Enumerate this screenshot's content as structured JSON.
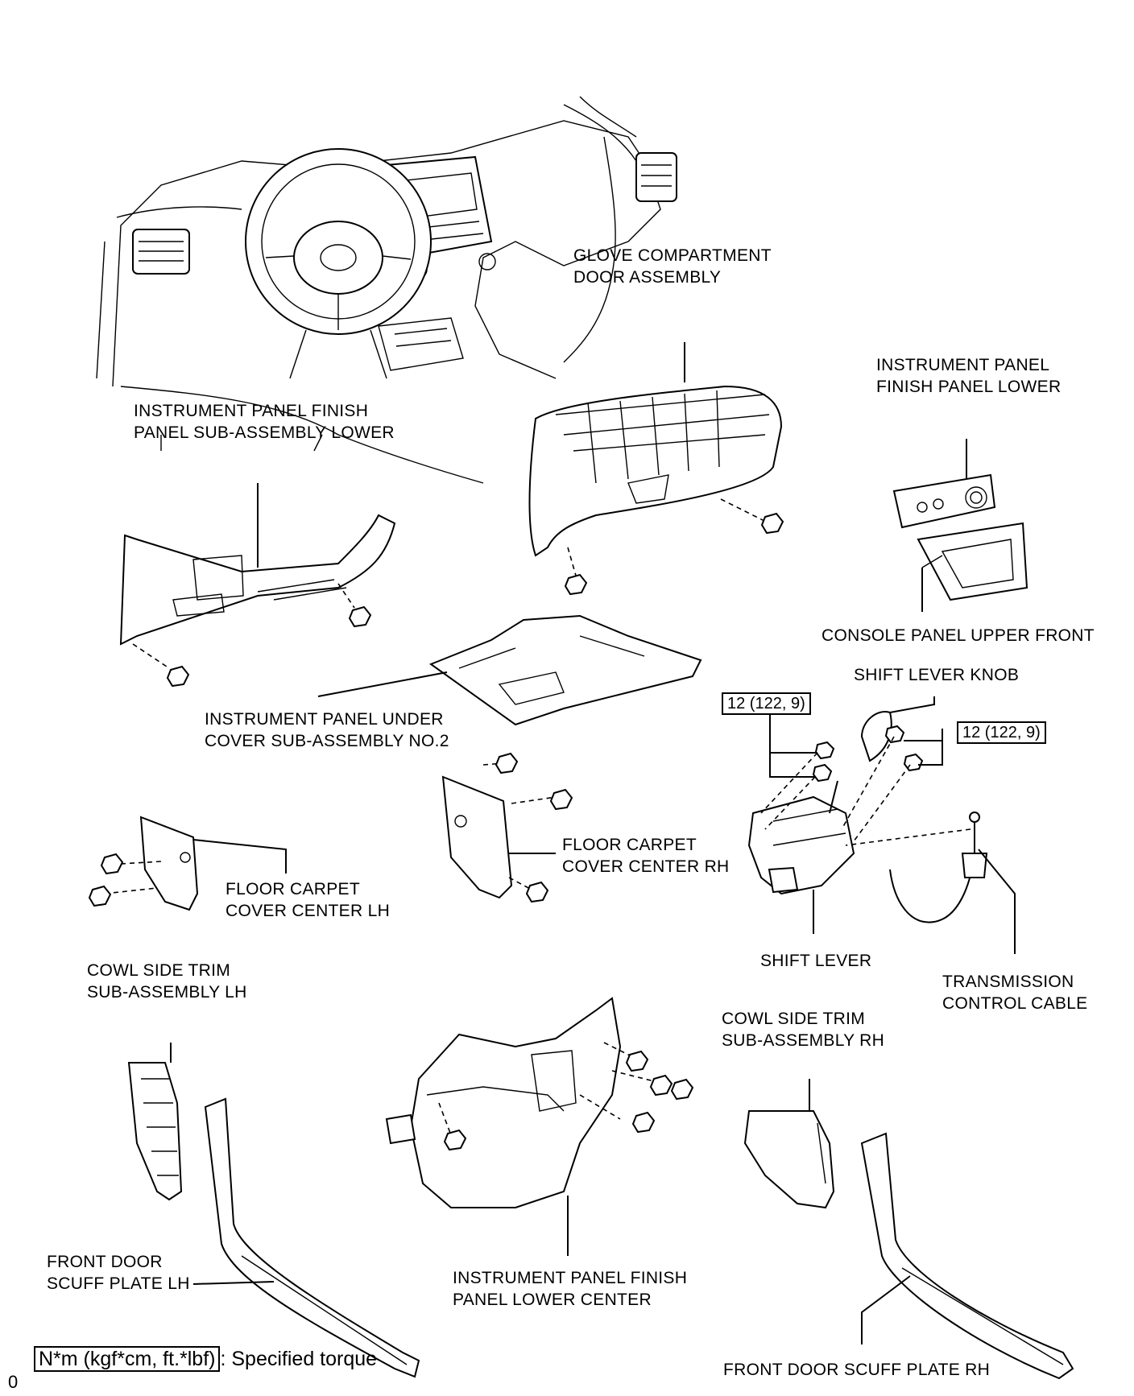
{
  "labels": {
    "glove_compartment": [
      "GLOVE COMPARTMENT",
      "DOOR ASSEMBLY"
    ],
    "ip_finish_panel_lower": [
      "INSTRUMENT PANEL",
      "FINISH PANEL LOWER"
    ],
    "ip_finish_panel_sub_lower": [
      "INSTRUMENT PANEL FINISH",
      "PANEL SUB-ASSEMBLY LOWER"
    ],
    "console_panel_upper_front": [
      "CONSOLE PANEL UPPER FRONT"
    ],
    "shift_lever_knob": [
      "SHIFT LEVER KNOB"
    ],
    "ip_under_cover": [
      "INSTRUMENT PANEL UNDER",
      "COVER SUB-ASSEMBLY NO.2"
    ],
    "floor_carpet_rh": [
      "FLOOR CARPET",
      "COVER CENTER RH"
    ],
    "floor_carpet_lh": [
      "FLOOR CARPET",
      "COVER CENTER LH"
    ],
    "cowl_side_lh": [
      "COWL SIDE TRIM",
      "SUB-ASSEMBLY LH"
    ],
    "shift_lever": [
      "SHIFT LEVER"
    ],
    "transmission_cable": [
      "TRANSMISSION",
      "CONTROL CABLE"
    ],
    "cowl_side_rh": [
      "COWL SIDE TRIM",
      "SUB-ASSEMBLY RH"
    ],
    "front_door_scuff_lh": [
      "FRONT DOOR",
      "SCUFF PLATE LH"
    ],
    "ip_finish_lower_center": [
      "INSTRUMENT PANEL FINISH",
      "PANEL LOWER CENTER"
    ],
    "front_door_scuff_rh": [
      "FRONT DOOR SCUFF PLATE RH"
    ]
  },
  "torque": {
    "left_value": "12 (122, 9)",
    "right_value": "12 (122, 9)"
  },
  "legend": {
    "unit": "N*m (kgf*cm, ft.*lbf)",
    "text": ": Specified torque"
  },
  "corner_mark": "0"
}
